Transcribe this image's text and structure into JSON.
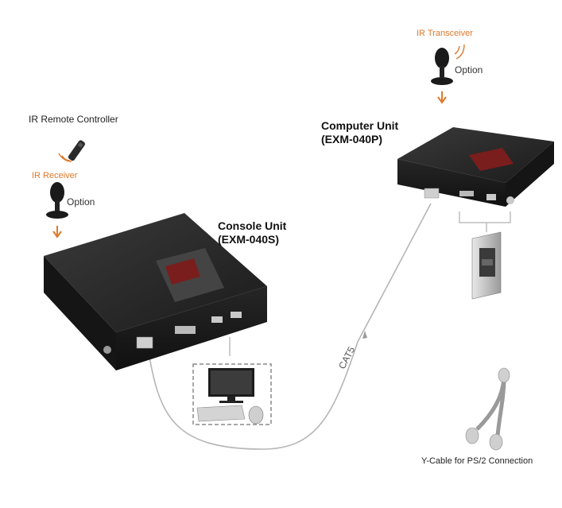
{
  "labels": {
    "ir_remote_controller": "IR Remote Controller",
    "ir_receiver": "IR Receiver",
    "ir_transceiver": "IR Transceiver",
    "option_left": "Option",
    "option_right": "Option",
    "console_unit_name": "Console Unit",
    "console_unit_model": "(EXM-040S)",
    "computer_unit_name": "Computer Unit",
    "computer_unit_model": "(EXM-040P)",
    "cable_label": "CAT5",
    "y_cable": "Y-Cable for PS/2 Connection"
  },
  "colors": {
    "accent_orange": "#e0782a",
    "device_dark": "#2a2a2a",
    "cable_gray": "#b5b5b5"
  },
  "icons": [
    "ir-remote-icon",
    "ir-receiver-icon",
    "ir-transceiver-icon",
    "console-unit-icon",
    "computer-unit-icon",
    "monitor-icon",
    "keyboard-icon",
    "mouse-icon",
    "pc-tower-icon",
    "y-cable-icon"
  ]
}
